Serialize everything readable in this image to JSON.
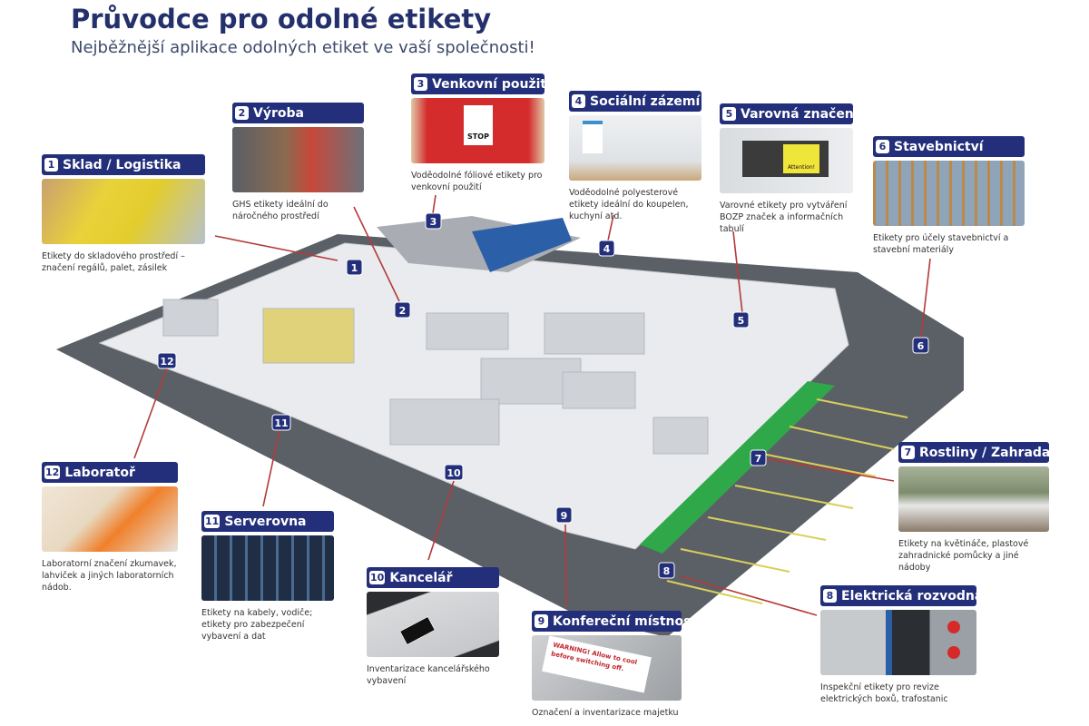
{
  "header": {
    "title": "Průvodce pro odolné etikety",
    "subtitle": "Nejběžnější aplikace odolných etiket ve vaší společnosti!"
  },
  "colors": {
    "navy": "#232f7a",
    "leader": "#b43a3a",
    "floor": "#e9ebee",
    "asphalt": "#5b6067",
    "grass": "#2fa84a"
  },
  "cards": [
    {
      "num": "1",
      "title": "Sklad / Logistika",
      "caption": "Etikety do skladového prostředí – značení regálů, palet, zásilek",
      "photo": "warehouse-label-photo"
    },
    {
      "num": "2",
      "title": "Výroba",
      "caption": "GHS etikety ideální do náročného prostředí",
      "photo": "production-worker-photo"
    },
    {
      "num": "3",
      "title": "Venkovní použití",
      "caption": "Voděodolné fóliové etikety pro venkovní použití",
      "photo": "stop-sign-door-photo",
      "photo_text": "STOP"
    },
    {
      "num": "4",
      "title": "Sociální zázemí",
      "caption": "Voděodolné polyesterové etikety ideální do koupelen, kuchyní atd.",
      "photo": "bathroom-sign-photo"
    },
    {
      "num": "5",
      "title": "Varovná značení",
      "caption": "Varovné etikety pro vytváření BOZP značek a informačních tabulí",
      "photo": "warning-label-photo",
      "photo_text": "Attention!"
    },
    {
      "num": "6",
      "title": "Stavebnictví",
      "caption": "Etikety pro účely stavebnictví a stavební materiály",
      "photo": "scaffolding-photo"
    },
    {
      "num": "7",
      "title": "Rostliny / Zahrada",
      "caption": "Etikety na květináče, plastové zahradnické pomůcky a jiné nádoby",
      "photo": "plant-pots-photo"
    },
    {
      "num": "8",
      "title": "Elektrická rozvodna",
      "caption": "Inspekční etikety pro revize elektrických boxů, trafostanic",
      "photo": "electrical-box-photo"
    },
    {
      "num": "9",
      "title": "Konfereční místnost",
      "caption": "Označení a inventarizace majetku",
      "photo": "warning-sticker-photo",
      "photo_text": "WARNING! Allow to cool before switching off."
    },
    {
      "num": "10",
      "title": "Kancelář",
      "caption": "Inventarizace kancelářského vybavení",
      "photo": "laptop-asset-label-photo"
    },
    {
      "num": "11",
      "title": "Serverovna",
      "caption": "Etikety na kabely, vodiče; etikety pro zabezpečení vybavení a dat",
      "photo": "server-racks-photo"
    },
    {
      "num": "12",
      "title": "Laboratoř",
      "caption": "Laboratorní značení zkumavek, lahviček a jiných laboratorních nádob.",
      "photo": "lab-vials-photo"
    }
  ]
}
